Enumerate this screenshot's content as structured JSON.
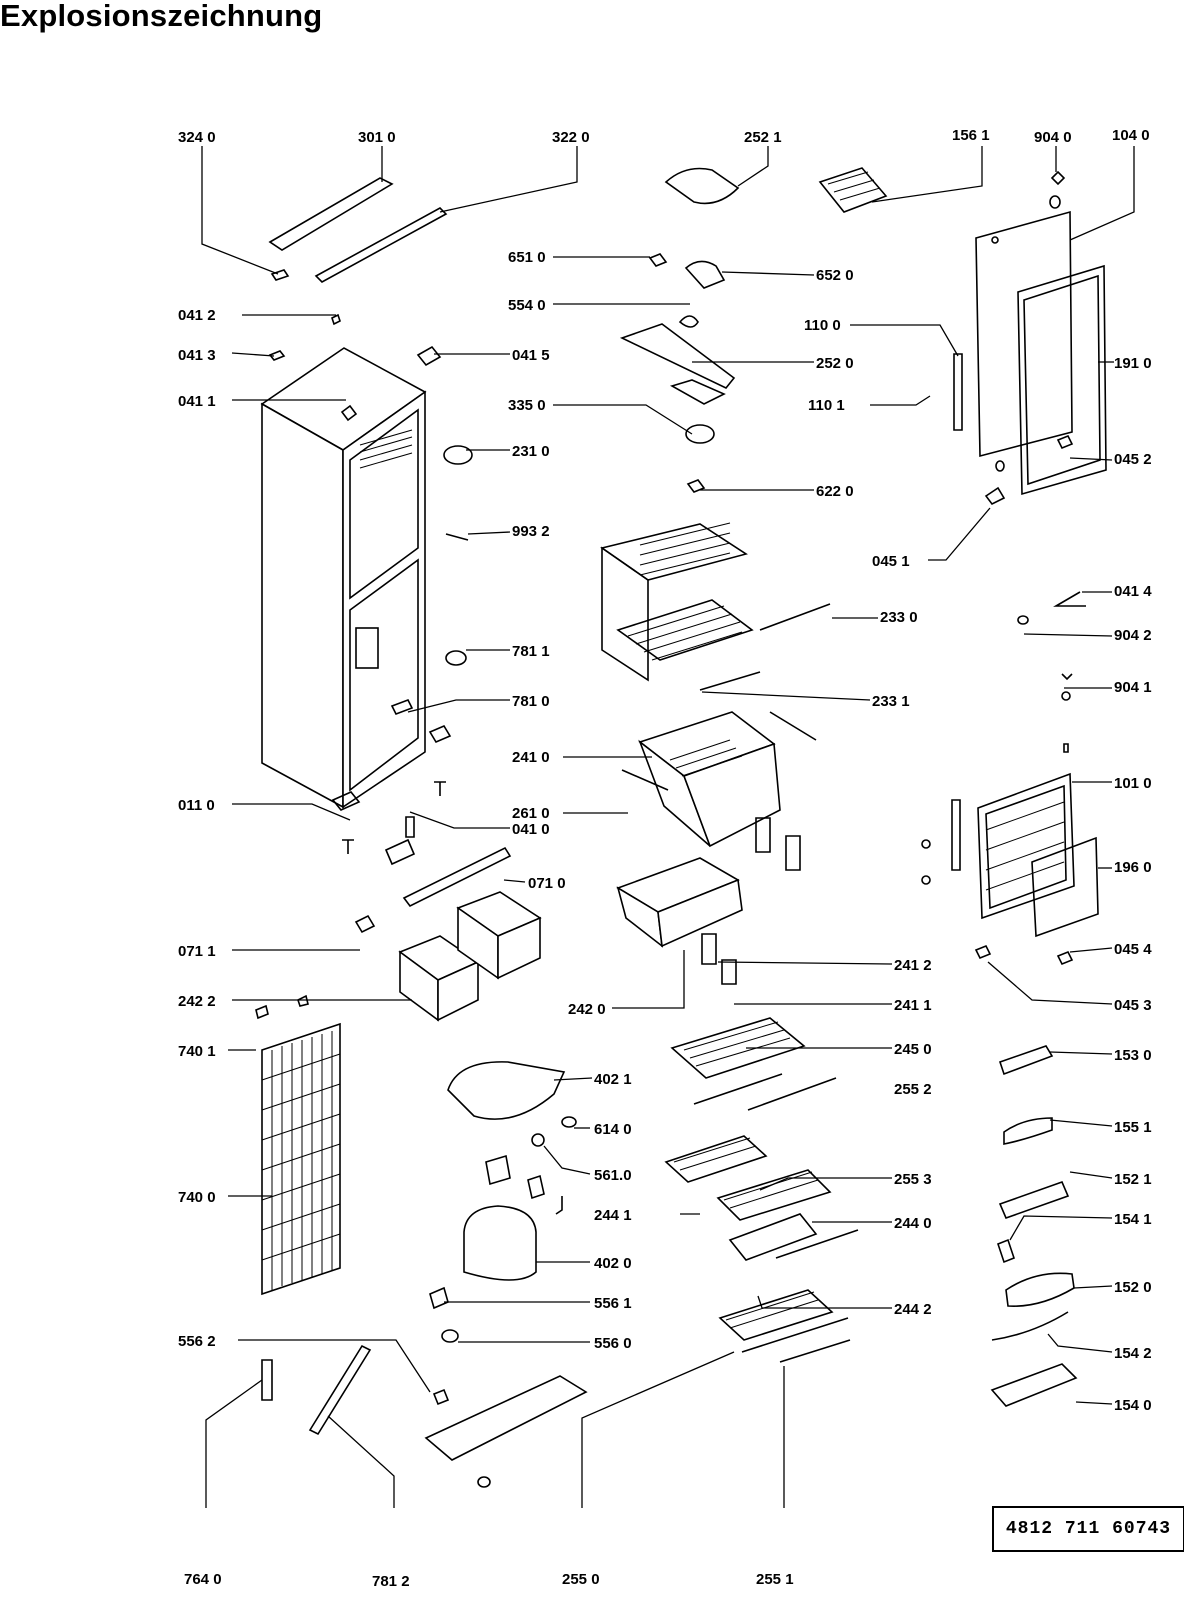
{
  "title": "Explosionszeichnung",
  "document_number": "4812 711 60743",
  "part_labels": {
    "p3240": "324 0",
    "p3010": "301 0",
    "p3220": "322 0",
    "p2521": "252 1",
    "p1561": "156 1",
    "p9040": "904 0",
    "p1040": "104 0",
    "p6510": "651 0",
    "p6520": "652 0",
    "p0412": "041 2",
    "p5540": "554 0",
    "p1100": "110 0",
    "p0413": "041 3",
    "p0415": "041 5",
    "p2520": "252 0",
    "p1910": "191 0",
    "p0411": "041 1",
    "p3350": "335 0",
    "p1101": "110 1",
    "p2310": "231 0",
    "p0452": "045 2",
    "p6220": "622 0",
    "p9932": "993 2",
    "p0451": "045 1",
    "p0414": "041 4",
    "p2330": "233 0",
    "p9042": "904 2",
    "p7811": "781 1",
    "p9041": "904 1",
    "p7810": "781 0",
    "p2331": "233 1",
    "p2410": "241 0",
    "p0110": "011 0",
    "p2610": "261 0",
    "p1010": "101 0",
    "p0410": "041 0",
    "p0710": "071 0",
    "p1960": "196 0",
    "p0711": "071 1",
    "p0454": "045 4",
    "p2412": "241 2",
    "p2422": "242 2",
    "p2420": "242 0",
    "p2411": "241 1",
    "p0453": "045 3",
    "p7401": "740 1",
    "p2450": "245 0",
    "p1530": "153 0",
    "p4021": "402 1",
    "p2552": "255 2",
    "p6140": "614 0",
    "p1551": "155 1",
    "p5610": "561.0",
    "p2553": "255 3",
    "p1521": "152 1",
    "p7400": "740 0",
    "p2441": "244 1",
    "p2440": "244 0",
    "p1541": "154 1",
    "p4020": "402 0",
    "p1520": "152 0",
    "p5561": "556 1",
    "p2442": "244 2",
    "p5562": "556 2",
    "p5560": "556 0",
    "p1542": "154 2",
    "p1540": "154 0",
    "p7640": "764 0",
    "p7812": "781 2",
    "p2550": "255 0",
    "p2551": "255 1"
  }
}
